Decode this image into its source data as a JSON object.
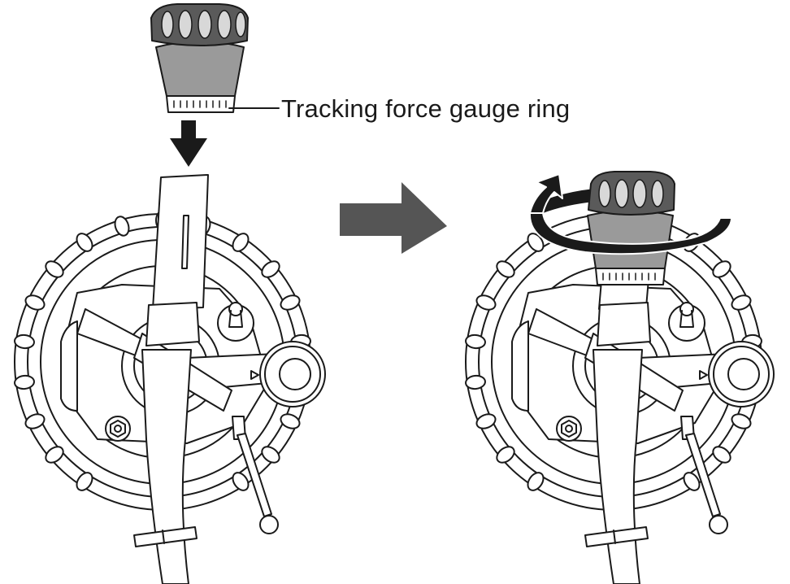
{
  "diagram": {
    "callout": {
      "label": "Tracking force gauge ring",
      "target": "counterweight-gauge-ring"
    },
    "steps": [
      {
        "id": "left",
        "depicts": "counterweight being lowered onto the rear of the tonearm"
      },
      {
        "id": "right",
        "depicts": "counterweight mounted on tonearm and rotated"
      }
    ],
    "colors": {
      "line": "#1a1a1a",
      "counterweight_body": "#9a9a9a",
      "counterweight_top": "#5a5a5a",
      "arrow_dark": "#1a1a1a",
      "arrow_step": "#555555",
      "background": "#ffffff"
    },
    "icons": [
      "down-arrow-icon",
      "right-arrow-icon",
      "rotate-arrow-icon"
    ]
  }
}
